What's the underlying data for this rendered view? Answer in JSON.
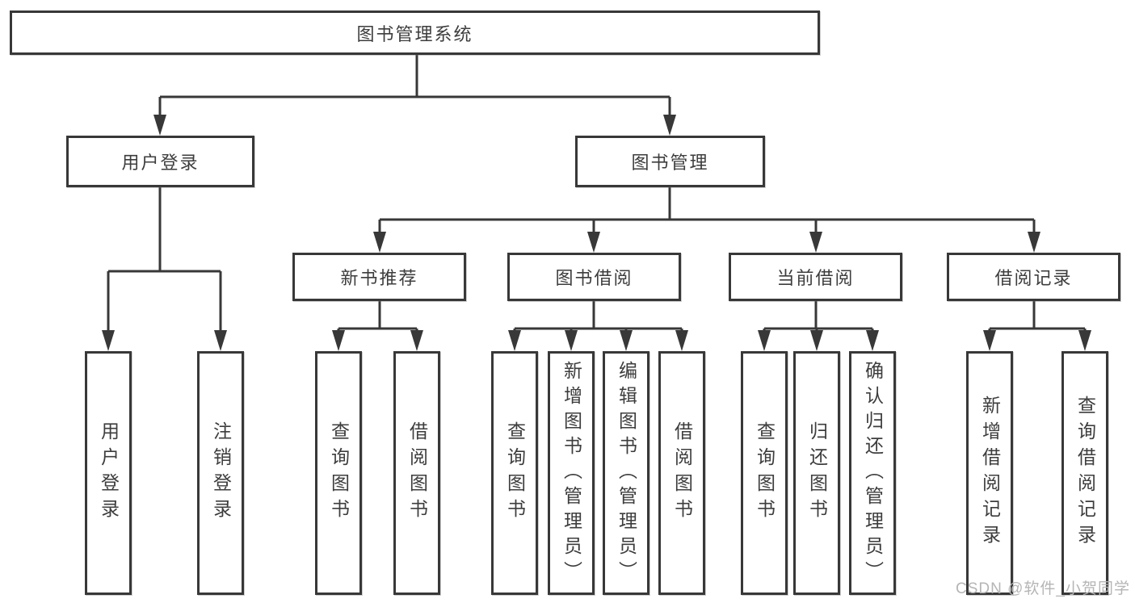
{
  "watermark": "CSDN @软件_小贺同学",
  "colors": {
    "line": "#383838",
    "box_border": "#383838",
    "text": "#3d3d3d",
    "watermark": "#b5b5b5",
    "background": "#ffffff"
  },
  "tree": {
    "root": {
      "label": "图书管理系统",
      "children": [
        {
          "label": "用户登录",
          "children": [
            {
              "label": "用户登录"
            },
            {
              "label": "注销登录"
            }
          ]
        },
        {
          "label": "图书管理",
          "children": [
            {
              "label": "新书推荐",
              "children": [
                {
                  "label": "查询图书"
                },
                {
                  "label": "借阅图书"
                }
              ]
            },
            {
              "label": "图书借阅",
              "children": [
                {
                  "label": "查询图书"
                },
                {
                  "label": "新增图书（管理员）"
                },
                {
                  "label": "编辑图书（管理员）"
                },
                {
                  "label": "借阅图书"
                }
              ]
            },
            {
              "label": "当前借阅",
              "children": [
                {
                  "label": "查询图书"
                },
                {
                  "label": "归还图书"
                },
                {
                  "label": "确认归还（管理员）"
                }
              ]
            },
            {
              "label": "借阅记录",
              "children": [
                {
                  "label": "新增借阅记录"
                },
                {
                  "label": "查询借阅记录"
                }
              ]
            }
          ]
        }
      ]
    }
  }
}
